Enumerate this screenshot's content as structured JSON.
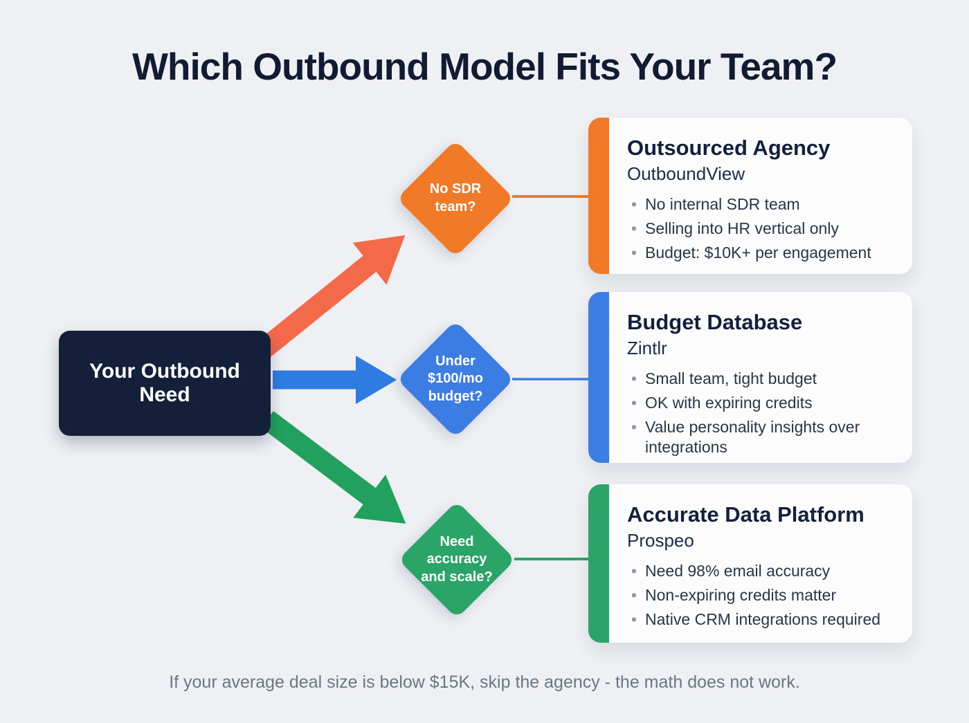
{
  "title": "Which Outbound Model Fits Your Team?",
  "root": {
    "label": "Your Outbound Need",
    "color": "#141f3a"
  },
  "branches": [
    {
      "name": "outsourced-agency",
      "color": "#f07a28",
      "arrow_color": "#f4694a",
      "condition": "No SDR team?",
      "card": {
        "title": "Outsourced Agency",
        "subtitle": "OutboundView",
        "bullets": [
          "No internal SDR team",
          "Selling into HR vertical only",
          "Budget: $10K+ per engagement"
        ]
      }
    },
    {
      "name": "budget-database",
      "color": "#3c7de4",
      "arrow_color": "#2e7ce2",
      "condition": "Under $100/mo budget?",
      "card": {
        "title": "Budget Database",
        "subtitle": "Zintlr",
        "bullets": [
          "Small team, tight budget",
          "OK with expiring credits",
          "Value personality insights over integrations"
        ]
      }
    },
    {
      "name": "accurate-data-platform",
      "color": "#2ba567",
      "arrow_color": "#21a15d",
      "condition": "Need accuracy and scale?",
      "card": {
        "title": "Accurate Data Platform",
        "subtitle": "Prospeo",
        "bullets": [
          "Need 98% email accuracy",
          "Non-expiring credits matter",
          "Native CRM integrations required"
        ]
      }
    }
  ],
  "footnote": "If your average deal size is below $15K, skip the agency - the math does not work."
}
